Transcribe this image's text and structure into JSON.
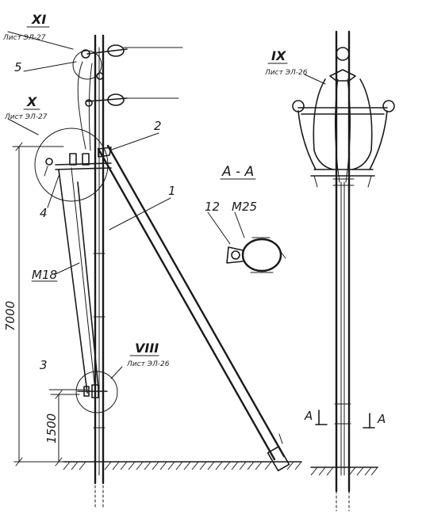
{
  "labels": {
    "dim_total": "7000",
    "dim_lower": "1500",
    "wire_mark": "М18",
    "bolt_mark": "М25",
    "section_title": "А - А",
    "section_mark_left": "А",
    "section_mark_right": "А",
    "item_1": "1",
    "item_2": "2",
    "item_3": "3",
    "item_4": "4",
    "item_5": "5",
    "item_12": "12"
  },
  "callouts": {
    "xi": {
      "numeral": "XI",
      "sheet": "Лист ЭЛ-27"
    },
    "x": {
      "numeral": "X",
      "sheet": "Лист ЭЛ-27"
    },
    "viii": {
      "numeral": "VIII",
      "sheet": "Лист ЭЛ-26"
    },
    "ix": {
      "numeral": "IX",
      "sheet": "Лист ЭЛ-26"
    }
  },
  "colors": {
    "ink": "#1a1a1a",
    "paper": "#ffffff"
  }
}
